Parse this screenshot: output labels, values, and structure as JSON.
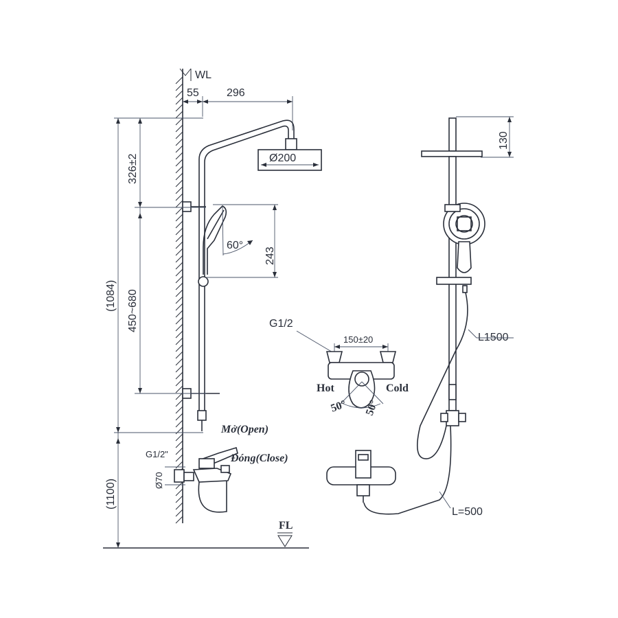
{
  "labels": {
    "wall_level": "WL",
    "floor_level": "FL",
    "dim_wall_offset": "55",
    "dim_arm_reach": "296",
    "dim_head_diameter": "Ø200",
    "dim_head_drop": "326±2",
    "dim_slide_range": "450~680",
    "dim_total": "(1084)",
    "dim_mixer_height": "(1100)",
    "dim_hand_length": "243",
    "dim_hand_angle": "60°",
    "dim_top_height": "130",
    "inlet_thread": "G1/2",
    "inlet_thread_small": "G1/2\"",
    "flange_diameter": "Ø70",
    "inlet_spacing": "150±20",
    "hot": "Hot",
    "cold": "Cold",
    "angle_left": "50°",
    "angle_right": "50°",
    "open_prefix": "Mở",
    "open_label": "(Open)",
    "close_prefix": "Đóng",
    "close_label": "(Close)",
    "hose_long": "L1500",
    "hose_short": "L=500"
  }
}
